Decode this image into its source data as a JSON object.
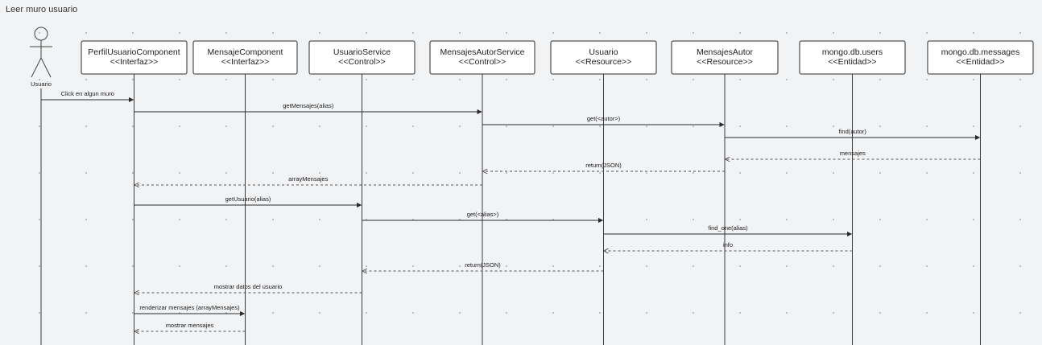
{
  "page_title": "Leer muro usuario",
  "actor": {
    "label": "Usuario"
  },
  "participants": [
    {
      "name": "PerfilUsuarioComponent",
      "stereotype": "<<Interfaz>>"
    },
    {
      "name": "MensajeComponent",
      "stereotype": "<<Interfaz>>"
    },
    {
      "name": "UsuarioService",
      "stereotype": "<<Control>>"
    },
    {
      "name": "MensajesAutorService",
      "stereotype": "<<Control>>"
    },
    {
      "name": "Usuario",
      "stereotype": "<<Resource>>"
    },
    {
      "name": "MensajesAutor",
      "stereotype": "<<Resource>>"
    },
    {
      "name": "mongo.db.users",
      "stereotype": "<<Entidad>>"
    },
    {
      "name": "mongo.db.messages",
      "stereotype": "<<Entidad>>"
    }
  ],
  "messages": [
    {
      "label": "Click en algun muro",
      "from": "actor",
      "to": 0,
      "type": "call"
    },
    {
      "label": "getMensajes(alias)",
      "from": 0,
      "to": 3,
      "type": "call"
    },
    {
      "label": "get(<autor>)",
      "from": 3,
      "to": 5,
      "type": "call"
    },
    {
      "label": "find(autor)",
      "from": 5,
      "to": 7,
      "type": "call"
    },
    {
      "label": "mensajes",
      "from": 7,
      "to": 5,
      "type": "return"
    },
    {
      "label": "return(JSON)",
      "from": 5,
      "to": 3,
      "type": "return"
    },
    {
      "label": "arrayMensajes",
      "from": 3,
      "to": 0,
      "type": "return"
    },
    {
      "label": "getUsuario(alias)",
      "from": 0,
      "to": 2,
      "type": "call"
    },
    {
      "label": "get(<alias>)",
      "from": 2,
      "to": 4,
      "type": "call"
    },
    {
      "label": "find_one(alias)",
      "from": 4,
      "to": 6,
      "type": "call"
    },
    {
      "label": "info",
      "from": 6,
      "to": 4,
      "type": "return"
    },
    {
      "label": "return(JSON)",
      "from": 4,
      "to": 2,
      "type": "return"
    },
    {
      "label": "mostrar datos del usuario",
      "from": 2,
      "to": 0,
      "type": "return"
    },
    {
      "label": "renderizar mensajes (arrayMensajes)",
      "from": 0,
      "to": 1,
      "type": "call"
    },
    {
      "label": "mostrar mensajes",
      "from": 1,
      "to": 0,
      "type": "return"
    }
  ]
}
